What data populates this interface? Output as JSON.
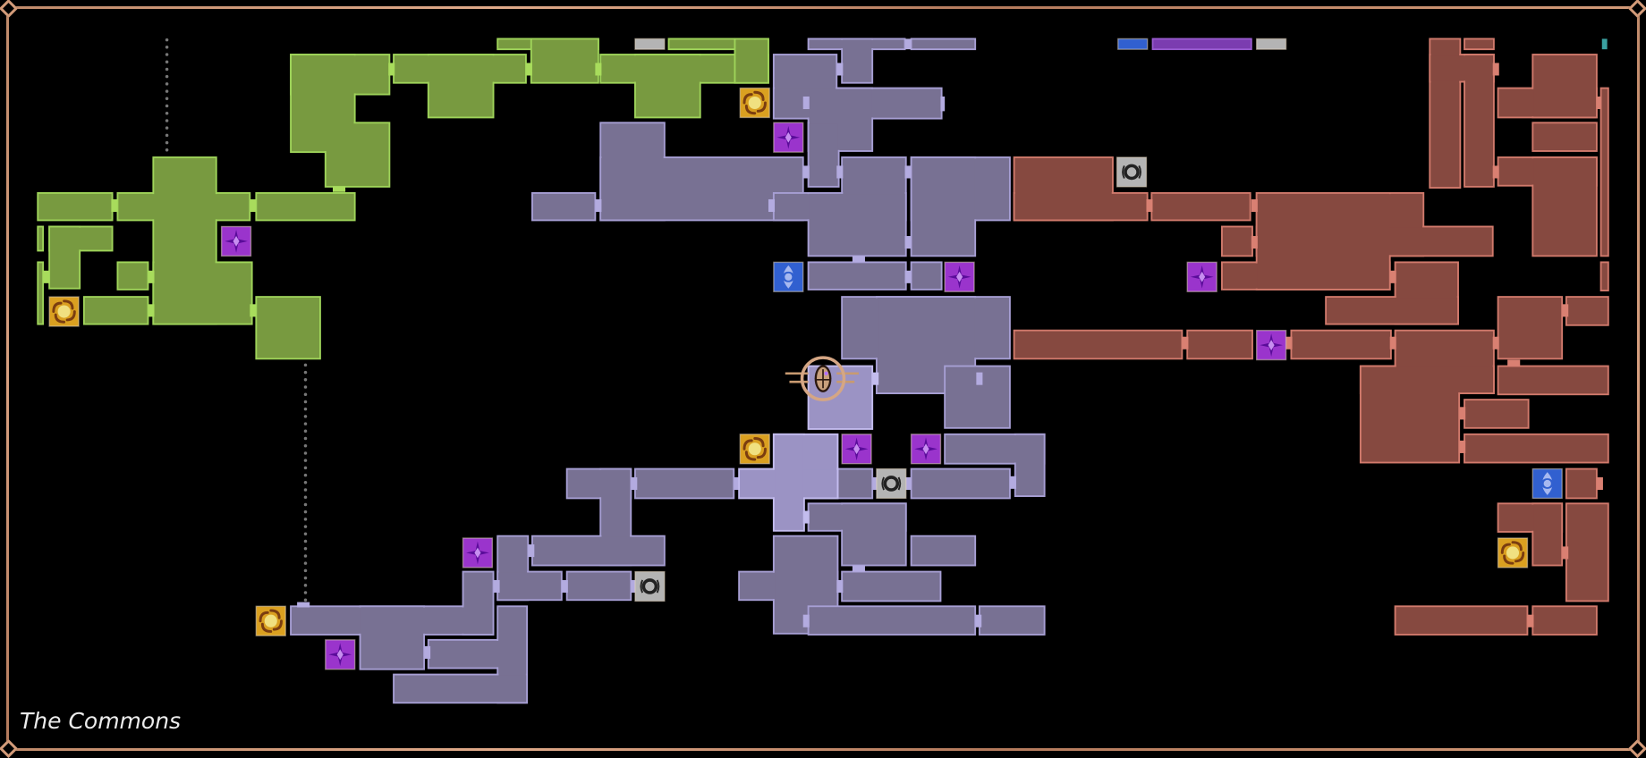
{
  "area": {
    "name": "The Commons"
  },
  "regions": [
    {
      "name": "green-zone",
      "fill": "#789a40",
      "stroke": "#9fd45a",
      "door": "#a8dc5c"
    },
    {
      "name": "commons-zone",
      "fill": "#787193",
      "stroke": "#a79fd4",
      "door": "#b3abe0"
    },
    {
      "name": "commons-current-zone",
      "fill": "#9b93c4",
      "stroke": "#c3bcee",
      "door": "#c3bcee"
    },
    {
      "name": "red-zone",
      "fill": "#864940",
      "stroke": "#d17a6c",
      "door": "#d98072"
    }
  ],
  "icon_types": {
    "warp": {
      "label": "warp-point",
      "bg": "#daa020",
      "fg": "#7a3d10"
    },
    "save": {
      "label": "save-crystal",
      "bg": "#9a34cc",
      "fg": "#5a0c9a"
    },
    "vendor": {
      "label": "eye-shrine",
      "bg": "#3160d0",
      "fg": "#a7b9f0"
    },
    "portal": {
      "label": "vortex-portal",
      "bg": "#b4b4b4",
      "fg": "#222222"
    }
  },
  "player": {
    "label": "player-location"
  },
  "colors": {
    "frame": "#d29a78",
    "background": "#000000",
    "title": "#ececec",
    "partial_purple": "#7b3cb0",
    "teal_marker": "#3aa0a0"
  }
}
